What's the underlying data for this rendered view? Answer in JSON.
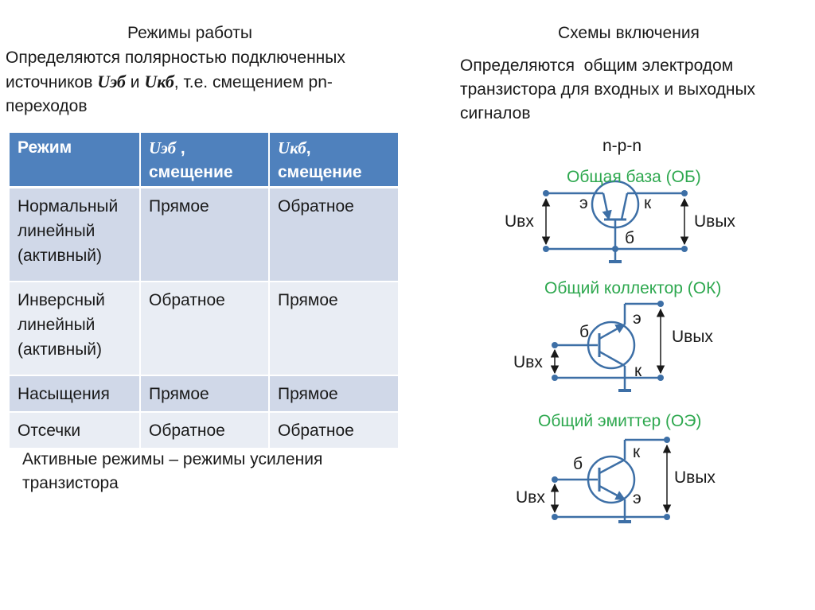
{
  "left": {
    "heading": "Режимы работы",
    "intro_line1": "Определяются полярностью подключенных",
    "intro_line2_a": "источников ",
    "intro_ueb": "Uэб",
    "intro_and": " и ",
    "intro_ukb": "Uкб",
    "intro_line2_b": ", т.е. смещением pn-",
    "intro_line3": "переходов",
    "table": {
      "h1": "Режим",
      "h2_var": "Uэб",
      "h2_rest": " ,",
      "h2_line2": "смещение",
      "h3_var": "Uкб",
      "h3_rest": ",",
      "h3_line2": "смещение",
      "rows": [
        {
          "mode": "Нормальный линейный (активный)",
          "ueb": "Прямое",
          "ukb": "Обратное"
        },
        {
          "mode": "Инверсный линейный (активный)",
          "ueb": "Обратное",
          "ukb": "Прямое"
        },
        {
          "mode": "Насыщения",
          "ueb": "Прямое",
          "ukb": "Прямое"
        },
        {
          "mode": "Отсечки",
          "ueb": "Обратное",
          "ukb": "Обратное"
        }
      ]
    },
    "note_line1": "Активные режимы – режимы усиления",
    "note_line2": "транзистора"
  },
  "right": {
    "heading": "Схемы включения",
    "intro_line1": "Определяются  общим электродом",
    "intro_line2": "транзистора для входных и выходных",
    "intro_line3": "сигналов",
    "npn": "n-p-n",
    "ob": {
      "title": "Общая база (ОБ)",
      "e": "э",
      "k": "к",
      "b": "б",
      "uin": "Uвх",
      "uout": "Uвых"
    },
    "ok": {
      "title": "Общий коллектор (ОК)",
      "b": "б",
      "e": "э",
      "k": "к",
      "uin": "Uвх",
      "uout": "Uвых"
    },
    "oe": {
      "title": "Общий эмиттер (ОЭ)",
      "b": "б",
      "k": "к",
      "e": "э",
      "uin": "Uвх",
      "uout": "Uвых"
    }
  },
  "colors": {
    "circuit": "#3d6fa6",
    "title_green": "#2ea84f",
    "table_header": "#4f81bd",
    "row_odd": "#d0d8e8",
    "row_even": "#e9edf4"
  }
}
